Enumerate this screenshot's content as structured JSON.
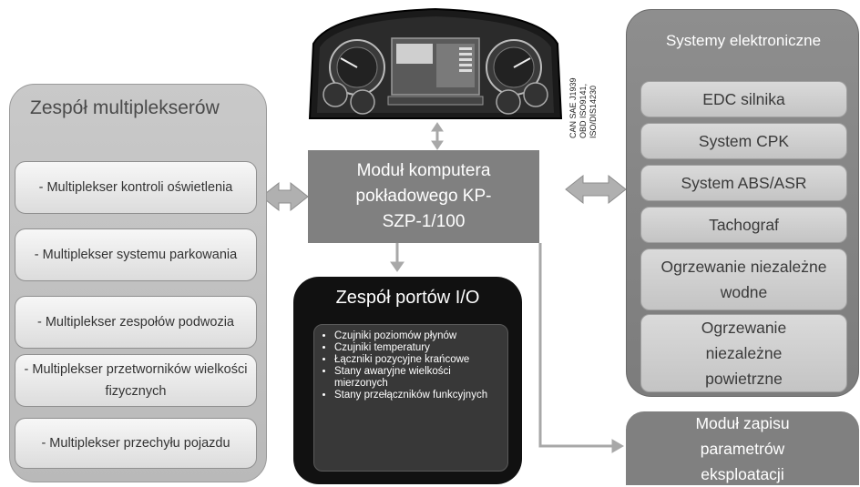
{
  "left_panel": {
    "title": "Zespół multiplekserów",
    "items": [
      "- Multiplekser kontroli oświetlenia",
      "- Multiplekser systemu parkowania",
      "- Multiplekser zespołów podwozia",
      "- Multiplekser przetworników wielkości fizycznych",
      "- Multiplekser przechyłu pojazdu"
    ]
  },
  "center": {
    "module": "Moduł komputera pokładowego KP-SZP-1/100"
  },
  "can_label": {
    "line1": "CAN SAE J1939",
    "line2": "OBD ISO9141,",
    "line3": "ISO/DIS14230"
  },
  "right_panel": {
    "title": "Systemy elektroniczne",
    "items": [
      "EDC silnika",
      "System CPK",
      "System ABS/ASR",
      "Tachograf",
      "Ogrzewanie niezależne wodne",
      "Ogrzewanie niezależne powietrzne"
    ]
  },
  "io": {
    "title": "Zespół portów I/O",
    "items": [
      "Czujniki poziomów płynów",
      "Czujniki temperatury",
      "Łączniki pozycyjne krańcowe",
      "Stany awaryjne wielkości mierzonych",
      "Stany przełączników funkcyjnych"
    ]
  },
  "save": {
    "label": "Moduł zapisu parametrów eksploatacji"
  },
  "colors": {
    "arrow": "#a8a8a8",
    "center_box": "#808080",
    "io_box": "#111111"
  }
}
